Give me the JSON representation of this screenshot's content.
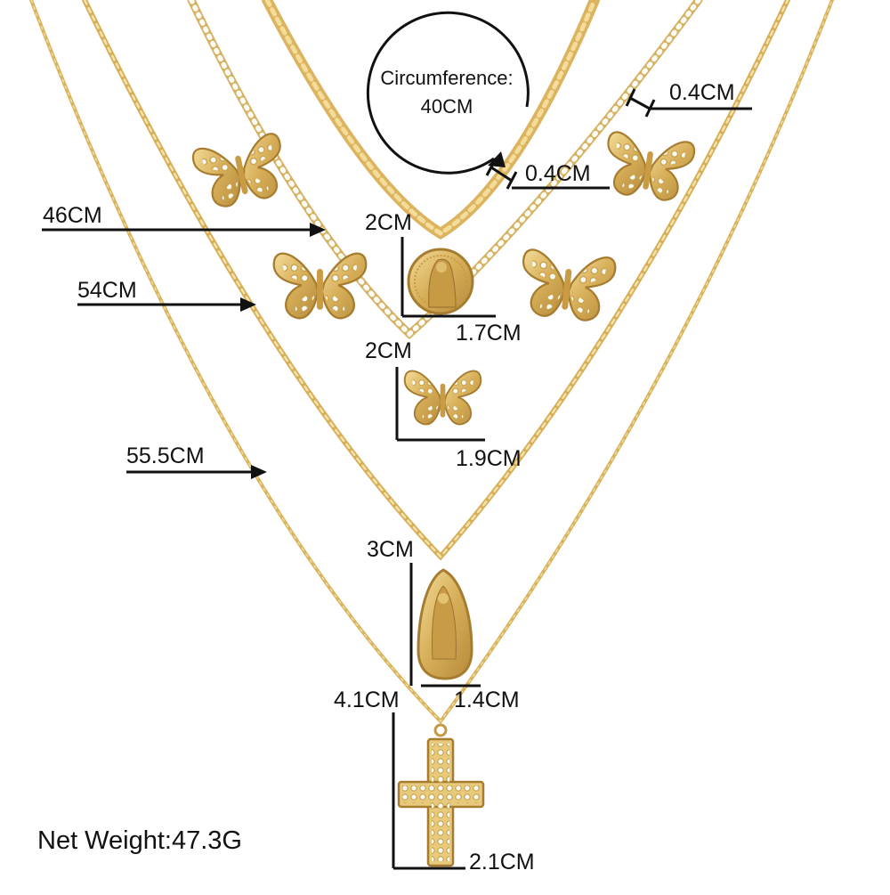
{
  "product": {
    "circumference_label": "Circumference:",
    "circumference_value": "40CM",
    "net_weight": "Net Weight:47.3G"
  },
  "measurements": {
    "chain_width_1": "0.4CM",
    "chain_width_2": "0.4CM",
    "chain_46": "46CM",
    "chain_54": "54CM",
    "chain_55_5": "55.5CM",
    "coin_height": "2CM",
    "coin_width": "1.7CM",
    "butterfly_height": "2CM",
    "butterfly_width": "1.9CM",
    "mary_height": "3CM",
    "mary_width": "1.4CM",
    "cross_height": "4.1CM",
    "cross_width": "2.1CM"
  },
  "colors": {
    "gold": "#d9b35c",
    "gold_dark": "#b48a3a",
    "gold_light": "#f0d68e",
    "ink": "#111111"
  }
}
